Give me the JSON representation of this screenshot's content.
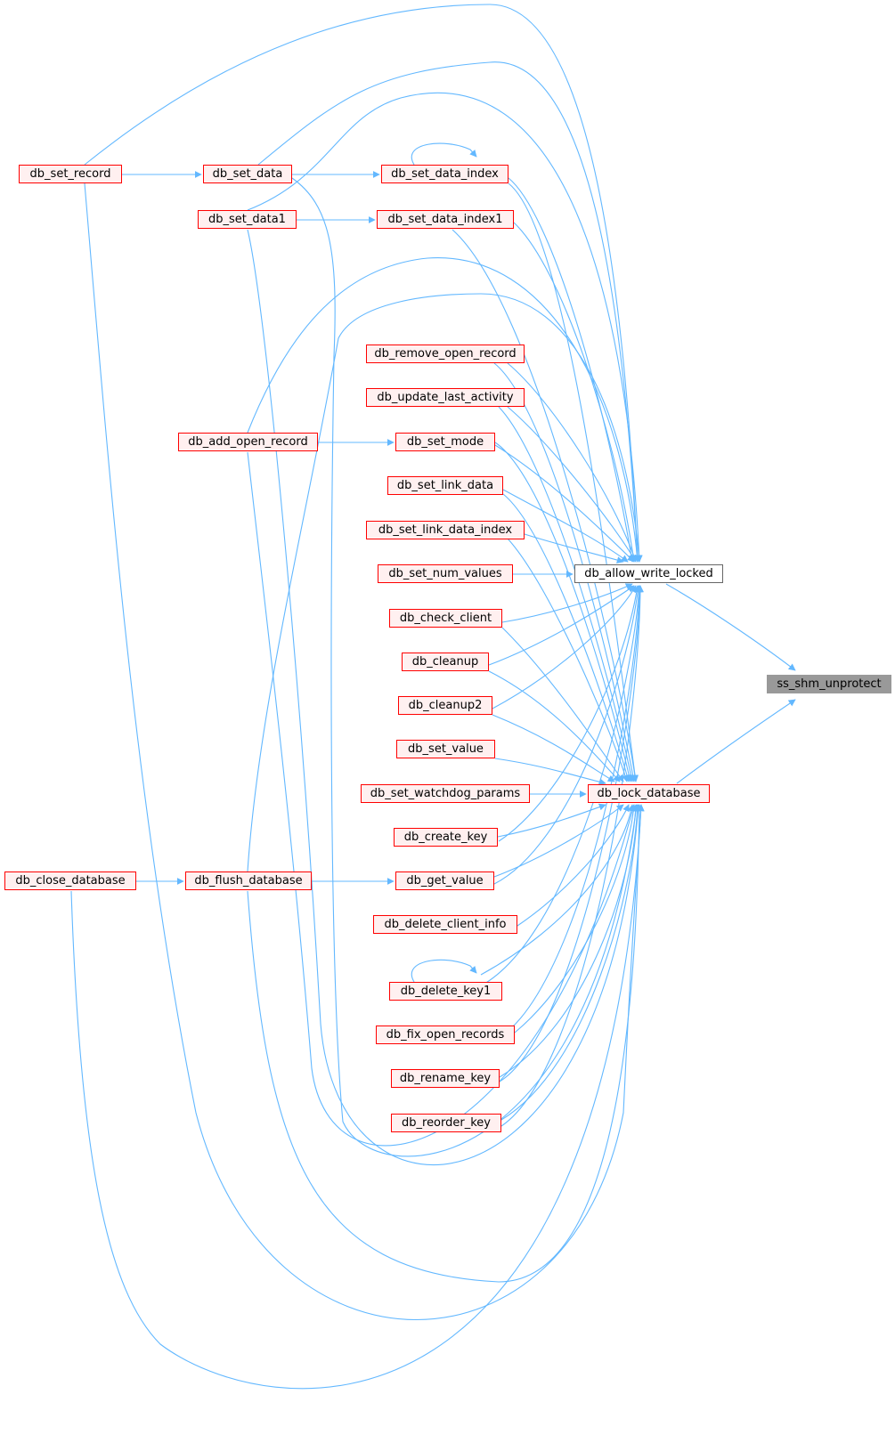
{
  "diagram": {
    "edge_color": "#63b8ff",
    "nodes": {
      "ss_shm_unprotect": "ss_shm_unprotect",
      "db_allow_write_locked": "db_allow_write_locked",
      "db_lock_database": "db_lock_database",
      "db_set_record": "db_set_record",
      "db_set_data": "db_set_data",
      "db_set_data1": "db_set_data1",
      "db_set_data_index": "db_set_data_index",
      "db_set_data_index1": "db_set_data_index1",
      "db_remove_open_record": "db_remove_open_record",
      "db_update_last_activity": "db_update_last_activity",
      "db_add_open_record": "db_add_open_record",
      "db_set_mode": "db_set_mode",
      "db_set_link_data": "db_set_link_data",
      "db_set_link_data_index": "db_set_link_data_index",
      "db_set_num_values": "db_set_num_values",
      "db_check_client": "db_check_client",
      "db_cleanup": "db_cleanup",
      "db_cleanup2": "db_cleanup2",
      "db_set_value": "db_set_value",
      "db_set_watchdog_params": "db_set_watchdog_params",
      "db_create_key": "db_create_key",
      "db_close_database": "db_close_database",
      "db_flush_database": "db_flush_database",
      "db_get_value": "db_get_value",
      "db_delete_client_info": "db_delete_client_info",
      "db_delete_key1": "db_delete_key1",
      "db_fix_open_records": "db_fix_open_records",
      "db_rename_key": "db_rename_key",
      "db_reorder_key": "db_reorder_key"
    }
  }
}
